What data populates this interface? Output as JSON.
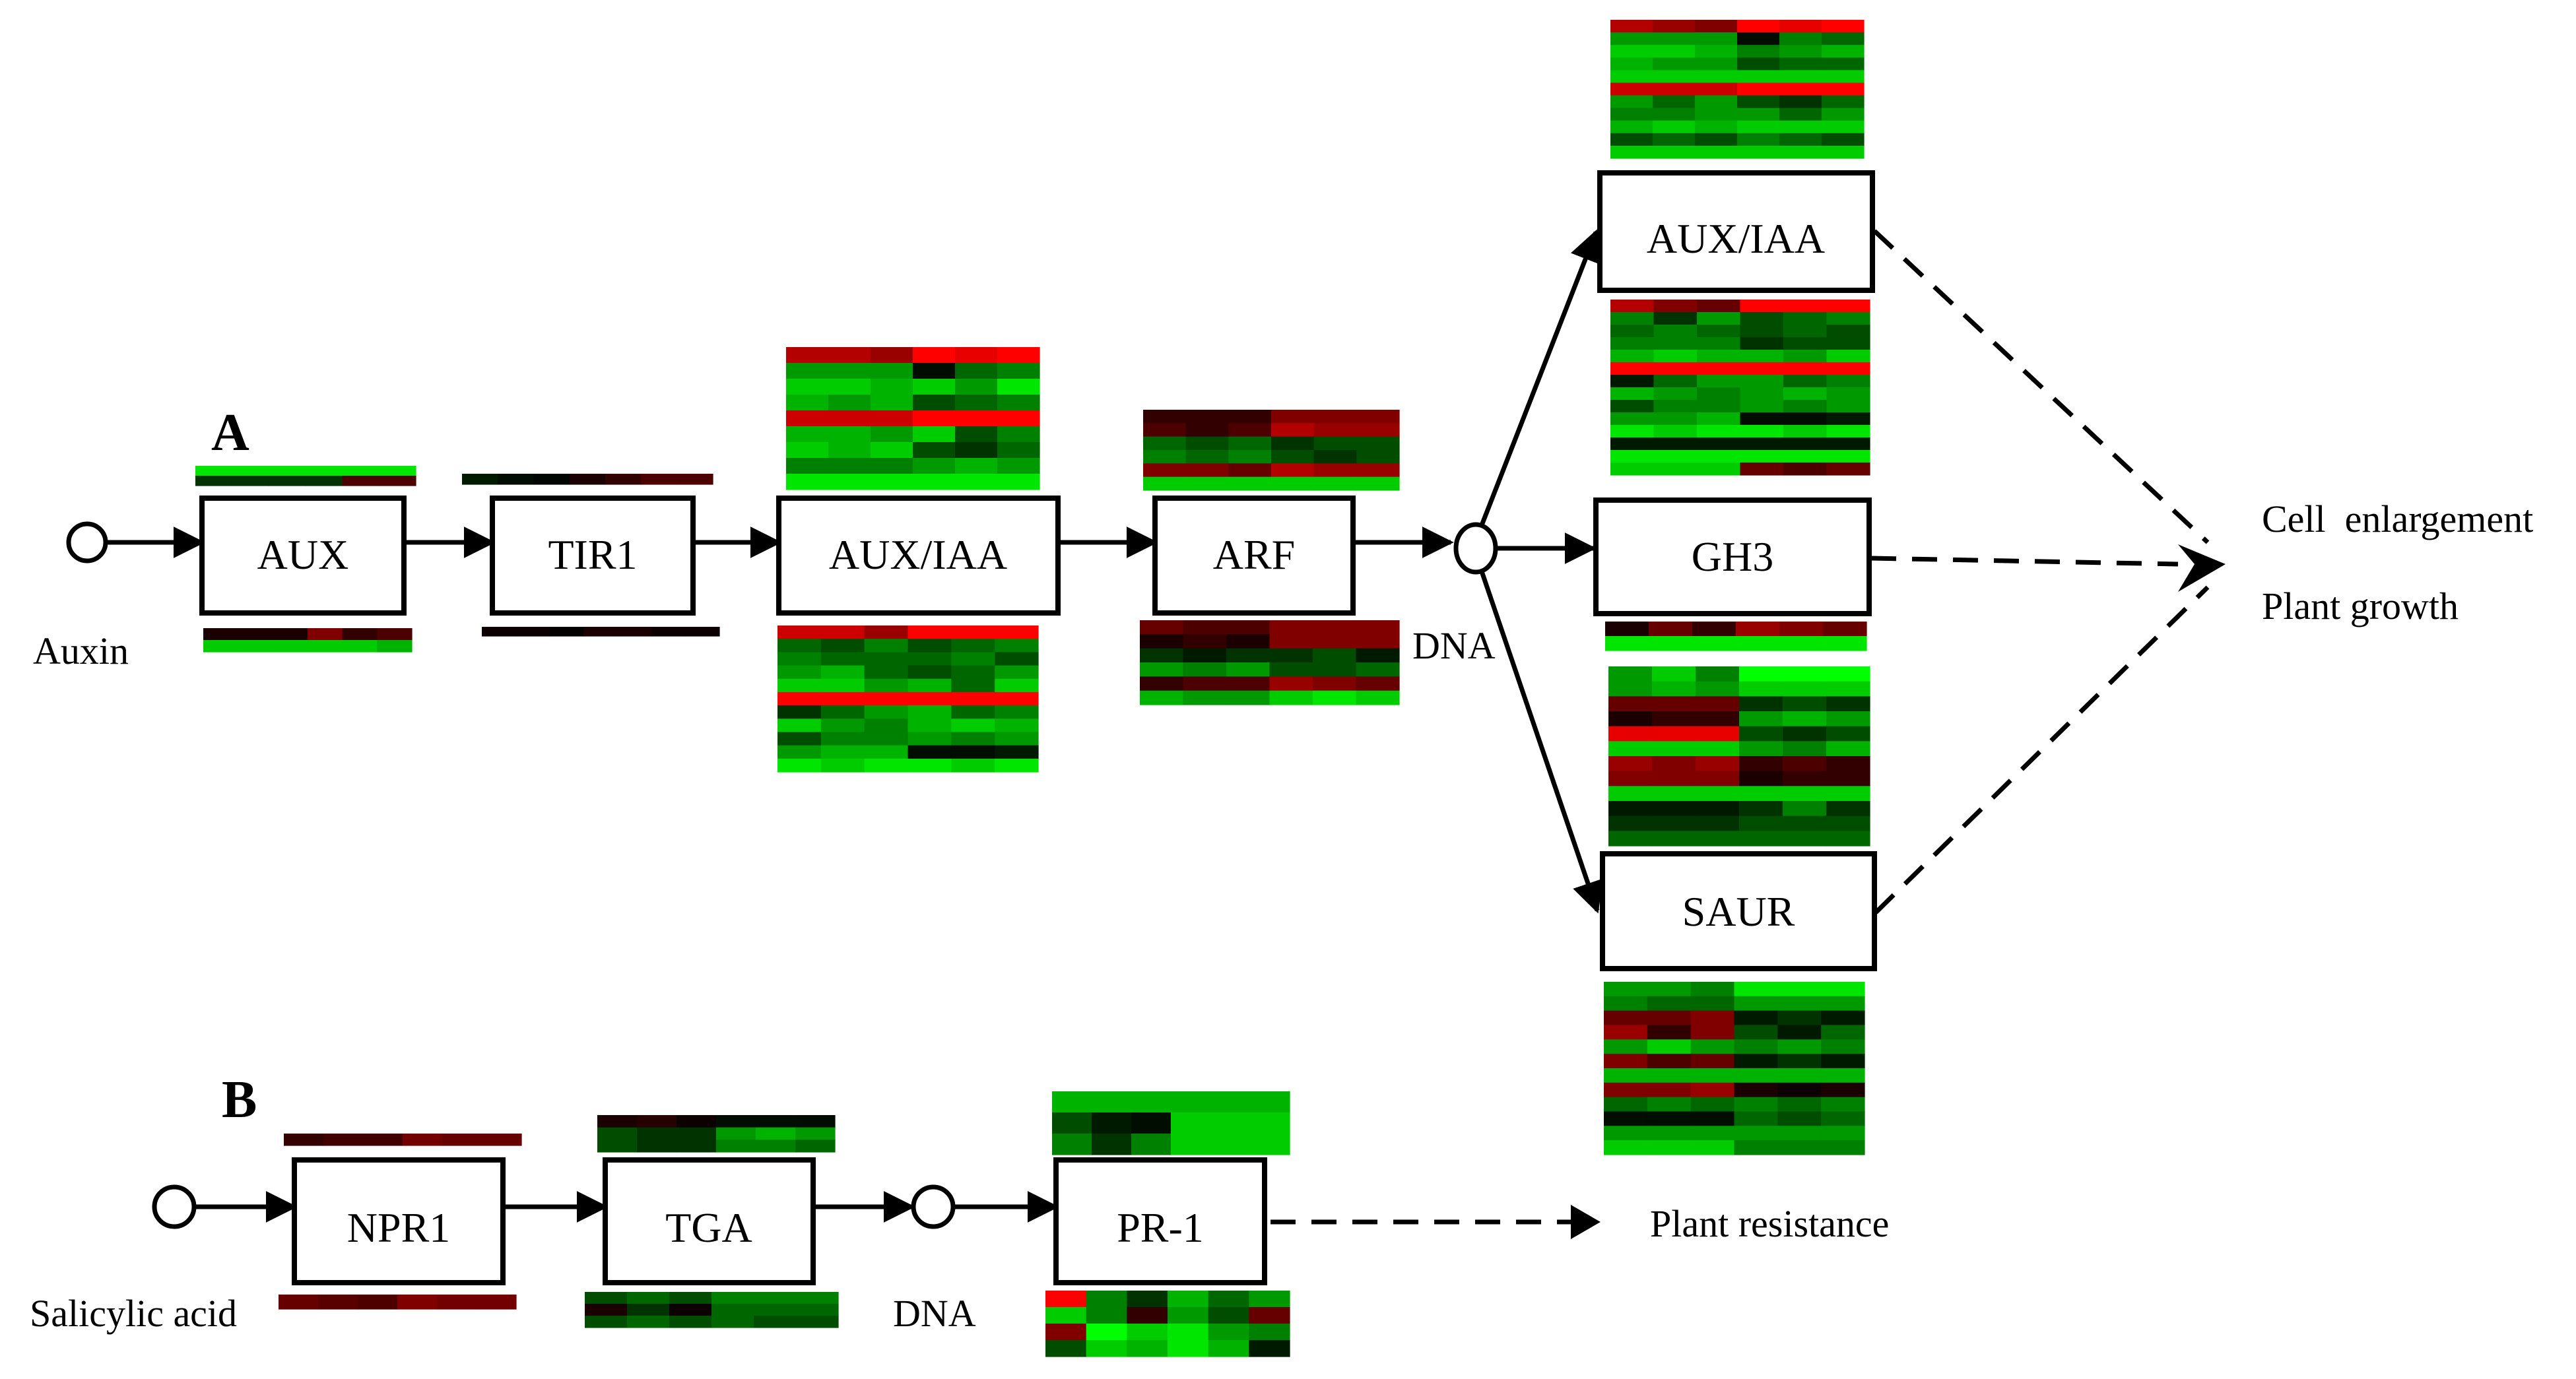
{
  "panels": {
    "a": {
      "letter": "A",
      "source": "Auxin",
      "dna": "DNA",
      "boxes": {
        "aux": "AUX",
        "tir1": "TIR1",
        "aux_iaa": "AUX/IAA",
        "arf": "ARF",
        "aux_iaa_top": "AUX/IAA",
        "gh3": "GH3",
        "saur": "SAUR"
      },
      "outcomes": [
        "Cell  enlargement",
        "Plant growth"
      ]
    },
    "b": {
      "letter": "B",
      "source": "Salicylic acid",
      "dna": "DNA",
      "boxes": {
        "npr1": "NPR1",
        "tga": "TGA",
        "pr1": "PR-1"
      },
      "outcome": "Plant resistance"
    }
  },
  "colors": {
    "high": "#ff0000",
    "low": "#00ff00",
    "neutral": "#000000"
  },
  "heatmaps": {
    "aux_top": [
      [
        -0.9,
        -0.9,
        -0.9,
        -0.9,
        -0.9,
        -0.9
      ],
      [
        -0.2,
        -0.2,
        -0.2,
        -0.2,
        0.3,
        0.3
      ]
    ],
    "aux_bottom": [
      [
        0.1,
        0.1,
        0.1,
        0.5,
        0.2,
        0.3
      ],
      [
        -0.8,
        -0.8,
        -0.8,
        -0.8,
        -0.8,
        -0.7
      ]
    ],
    "tir1_top": [
      [
        -0.1,
        -0.05,
        -0.02,
        0.1,
        0.2,
        0.3,
        0.3
      ]
    ],
    "tir1_bottom": [
      [
        0.05,
        0.05,
        0.02,
        0.1,
        0.1,
        0.05,
        0.05
      ]
    ],
    "aux_iaa_top": [
      [
        0.7,
        0.7,
        0.6,
        1.0,
        0.9,
        1.0
      ],
      [
        -0.6,
        -0.6,
        -0.6,
        -0.05,
        -0.4,
        -0.5
      ],
      [
        -0.8,
        -0.8,
        -0.7,
        -0.8,
        -0.6,
        -0.9
      ],
      [
        -0.7,
        -0.6,
        -0.7,
        -0.3,
        -0.4,
        -0.5
      ],
      [
        0.8,
        0.8,
        0.8,
        1.0,
        1.0,
        1.0
      ],
      [
        -0.7,
        -0.7,
        -0.6,
        -0.8,
        -0.3,
        -0.5
      ],
      [
        -0.8,
        -0.7,
        -0.8,
        -0.3,
        -0.2,
        -0.4
      ],
      [
        -0.5,
        -0.5,
        -0.5,
        -0.6,
        -0.7,
        -0.6
      ],
      [
        -0.9,
        -0.9,
        -0.9,
        -0.9,
        -0.9,
        -0.9
      ]
    ],
    "aux_iaa_bottom": [
      [
        0.8,
        0.8,
        0.6,
        1.0,
        1.0,
        1.0
      ],
      [
        -0.4,
        -0.3,
        -0.5,
        -0.3,
        -0.4,
        -0.5
      ],
      [
        -0.5,
        -0.4,
        -0.4,
        -0.4,
        -0.5,
        -0.3
      ],
      [
        -0.6,
        -0.7,
        -0.4,
        -0.3,
        -0.4,
        -0.6
      ],
      [
        -0.8,
        -0.8,
        -0.6,
        -0.7,
        -0.4,
        -0.8
      ],
      [
        1.0,
        1.0,
        1.0,
        1.0,
        1.0,
        1.0
      ],
      [
        -0.2,
        -0.4,
        -0.6,
        -0.7,
        -0.4,
        -0.5
      ],
      [
        -0.8,
        -0.6,
        -0.5,
        -0.7,
        -0.8,
        -0.7
      ],
      [
        -0.3,
        -0.5,
        -0.5,
        -0.6,
        -0.5,
        -0.6
      ],
      [
        -0.6,
        -0.7,
        -0.7,
        -0.05,
        -0.05,
        -0.1
      ],
      [
        -0.9,
        -0.8,
        -0.9,
        -0.9,
        -0.8,
        -0.9
      ]
    ],
    "arf_top": [
      [
        0.2,
        0.2,
        0.2,
        0.5,
        0.5,
        0.5
      ],
      [
        0.3,
        0.2,
        0.3,
        0.7,
        0.6,
        0.6
      ],
      [
        -0.4,
        -0.3,
        -0.4,
        -0.2,
        -0.3,
        -0.3
      ],
      [
        -0.5,
        -0.4,
        -0.5,
        -0.3,
        -0.2,
        -0.3
      ],
      [
        0.5,
        0.5,
        0.4,
        0.7,
        0.6,
        0.6
      ],
      [
        -0.8,
        -0.8,
        -0.8,
        -0.8,
        -0.8,
        -0.8
      ]
    ],
    "arf_bottom": [
      [
        0.4,
        0.3,
        0.3,
        0.5,
        0.5,
        0.5
      ],
      [
        0.1,
        0.2,
        0.1,
        0.5,
        0.5,
        0.5
      ],
      [
        -0.2,
        -0.1,
        -0.2,
        -0.2,
        -0.3,
        -0.1
      ],
      [
        -0.6,
        -0.5,
        -0.6,
        -0.3,
        -0.3,
        -0.4
      ],
      [
        0.2,
        0.3,
        0.3,
        0.6,
        0.5,
        0.4
      ],
      [
        -0.7,
        -0.6,
        -0.6,
        -0.8,
        -0.9,
        -0.8
      ]
    ],
    "aux_iaa_right_top": [
      [
        0.7,
        0.6,
        0.5,
        1.0,
        0.9,
        1.0
      ],
      [
        -0.6,
        -0.6,
        -0.6,
        -0.05,
        -0.5,
        -0.4
      ],
      [
        -0.8,
        -0.8,
        -0.7,
        -0.5,
        -0.6,
        -0.7
      ],
      [
        -0.7,
        -0.6,
        -0.6,
        -0.3,
        -0.4,
        -0.4
      ],
      [
        -0.8,
        -0.8,
        -0.8,
        -0.8,
        -0.8,
        -0.8
      ],
      [
        0.8,
        0.8,
        0.8,
        1.0,
        1.0,
        1.0
      ],
      [
        -0.6,
        -0.4,
        -0.6,
        -0.3,
        -0.2,
        -0.4
      ],
      [
        -0.5,
        -0.5,
        -0.6,
        -0.6,
        -0.4,
        -0.6
      ],
      [
        -0.7,
        -0.8,
        -0.7,
        -0.8,
        -0.8,
        -0.8
      ],
      [
        -0.3,
        -0.4,
        -0.3,
        -0.5,
        -0.4,
        -0.3
      ],
      [
        -0.8,
        -0.8,
        -0.8,
        -0.8,
        -0.8,
        -0.8
      ]
    ],
    "aux_iaa_right_bottom": [
      [
        0.7,
        0.5,
        0.4,
        1.0,
        1.0,
        1.0
      ],
      [
        -0.5,
        -0.2,
        -0.6,
        -0.3,
        -0.4,
        -0.5
      ],
      [
        -0.4,
        -0.5,
        -0.4,
        -0.3,
        -0.4,
        -0.3
      ],
      [
        -0.5,
        -0.5,
        -0.5,
        -0.2,
        -0.3,
        -0.3
      ],
      [
        -0.7,
        -0.8,
        -0.7,
        -0.7,
        -0.6,
        -0.8
      ],
      [
        1.0,
        1.0,
        1.0,
        1.0,
        1.0,
        1.0
      ],
      [
        -0.1,
        -0.4,
        -0.6,
        -0.6,
        -0.4,
        -0.5
      ],
      [
        -0.7,
        -0.6,
        -0.5,
        -0.6,
        -0.7,
        -0.6
      ],
      [
        -0.3,
        -0.5,
        -0.5,
        -0.6,
        -0.5,
        -0.6
      ],
      [
        -0.6,
        -0.6,
        -0.7,
        -0.05,
        -0.05,
        -0.1
      ],
      [
        -0.9,
        -0.8,
        -0.9,
        -0.9,
        -0.8,
        -0.9
      ],
      [
        -0.1,
        -0.1,
        -0.1,
        -0.1,
        -0.1,
        -0.1
      ],
      [
        -0.9,
        -0.9,
        -0.9,
        -0.9,
        -0.9,
        -0.9
      ],
      [
        -0.8,
        -0.8,
        -0.8,
        0.4,
        0.3,
        0.4
      ]
    ],
    "gh3_bottom": [
      [
        0.1,
        0.4,
        0.2,
        0.6,
        0.5,
        0.4
      ],
      [
        -0.9,
        -0.9,
        -0.9,
        -0.9,
        -0.9,
        -0.9
      ]
    ],
    "saur_top": [
      [
        -0.6,
        -0.8,
        -0.5,
        -1.0,
        -1.0,
        -1.0
      ],
      [
        -0.6,
        -0.7,
        -0.6,
        -0.8,
        -0.8,
        -0.8
      ],
      [
        0.4,
        0.4,
        0.4,
        -0.2,
        -0.3,
        -0.2
      ],
      [
        0.1,
        0.2,
        0.2,
        -0.6,
        -0.7,
        -0.6
      ],
      [
        0.9,
        0.9,
        0.9,
        -0.3,
        -0.2,
        -0.3
      ],
      [
        -0.8,
        -0.8,
        -0.8,
        -0.6,
        -0.5,
        -0.7
      ],
      [
        0.6,
        0.5,
        0.6,
        0.2,
        0.3,
        0.2
      ],
      [
        0.5,
        0.5,
        0.5,
        0.1,
        0.2,
        0.2
      ],
      [
        -0.8,
        -0.8,
        -0.8,
        -0.8,
        -0.8,
        -0.8
      ],
      [
        -0.1,
        -0.1,
        -0.1,
        -0.2,
        -0.5,
        -0.2
      ],
      [
        -0.2,
        -0.2,
        -0.2,
        -0.3,
        -0.3,
        -0.3
      ],
      [
        -0.4,
        -0.4,
        -0.4,
        -0.4,
        -0.4,
        -0.4
      ]
    ],
    "saur_bottom": [
      [
        -0.6,
        -0.6,
        -0.5,
        -0.9,
        -0.9,
        -0.9
      ],
      [
        -0.5,
        -0.4,
        -0.4,
        -0.6,
        -0.6,
        -0.6
      ],
      [
        0.4,
        0.4,
        0.5,
        -0.1,
        -0.2,
        -0.1
      ],
      [
        0.6,
        0.2,
        0.5,
        -0.3,
        -0.1,
        -0.4
      ],
      [
        -0.6,
        -0.8,
        -0.6,
        -0.5,
        -0.6,
        -0.5
      ],
      [
        0.5,
        0.3,
        0.4,
        -0.1,
        -0.2,
        -0.1
      ],
      [
        -0.7,
        -0.7,
        -0.7,
        -0.7,
        -0.7,
        -0.7
      ],
      [
        0.5,
        0.5,
        0.6,
        0.1,
        0.05,
        0.1
      ],
      [
        -0.4,
        -0.5,
        -0.4,
        -0.5,
        -0.4,
        -0.5
      ],
      [
        -0.05,
        -0.05,
        -0.05,
        -0.4,
        -0.3,
        -0.4
      ],
      [
        -0.6,
        -0.6,
        -0.6,
        -0.6,
        -0.6,
        -0.6
      ],
      [
        -0.8,
        -0.8,
        -0.8,
        -0.5,
        -0.5,
        -0.5
      ]
    ],
    "npr1_top": [
      [
        0.2,
        0.25,
        0.25,
        0.45,
        0.4,
        0.4
      ]
    ],
    "npr1_bottom": [
      [
        0.4,
        0.35,
        0.3,
        0.5,
        0.45,
        0.45
      ]
    ],
    "tga_top": [
      [
        0.1,
        0.15,
        0.05,
        -0.05,
        -0.05,
        -0.05
      ],
      [
        -0.3,
        -0.2,
        -0.2,
        -0.6,
        -0.7,
        -0.6
      ],
      [
        -0.3,
        -0.2,
        -0.2,
        -0.5,
        -0.5,
        -0.4
      ]
    ],
    "tga_bottom": [
      [
        -0.3,
        -0.4,
        -0.3,
        -0.5,
        -0.5,
        -0.5
      ],
      [
        0.1,
        -0.2,
        0.05,
        -0.4,
        -0.4,
        -0.4
      ],
      [
        -0.3,
        -0.4,
        -0.3,
        -0.4,
        -0.3,
        -0.3
      ]
    ],
    "pr1_top": [
      [
        -0.7,
        -0.7,
        -0.7,
        -0.7,
        -0.7,
        -0.7
      ],
      [
        -0.3,
        -0.1,
        -0.05,
        -0.8,
        -0.8,
        -0.8
      ],
      [
        -0.5,
        -0.2,
        -0.5,
        -0.8,
        -0.8,
        -0.8
      ]
    ],
    "pr1_bottom": [
      [
        1.0,
        -0.5,
        -0.2,
        -0.7,
        -0.4,
        -0.6
      ],
      [
        -0.8,
        -0.5,
        0.2,
        -0.6,
        -0.3,
        0.4
      ],
      [
        0.5,
        -1.0,
        -0.8,
        -0.9,
        -0.6,
        -0.5
      ],
      [
        -0.3,
        -0.8,
        -0.7,
        -0.9,
        -0.7,
        -0.1
      ]
    ]
  }
}
